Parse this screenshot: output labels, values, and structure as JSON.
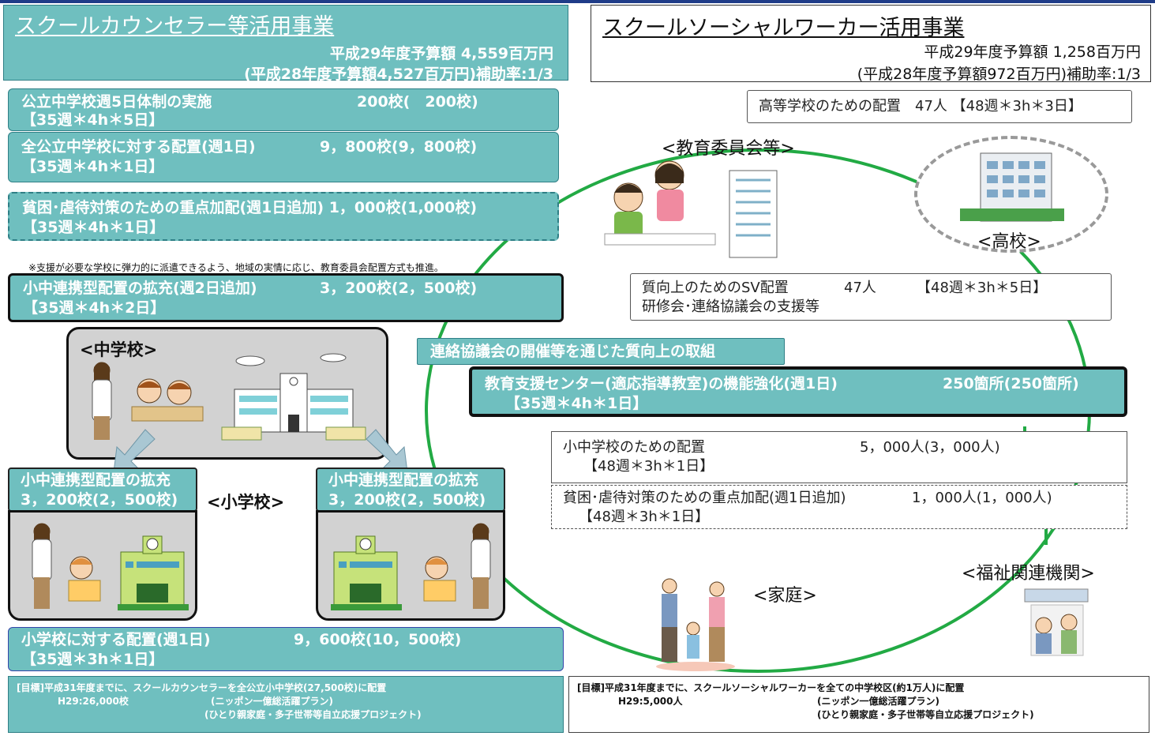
{
  "sc": {
    "title": "スクールカウンセラー等活用事業",
    "budget1": "平成29年度予算額 4,559百万円",
    "budget2": "(平成28年度予算額4,527百万円)補助率:1/3"
  },
  "ssw": {
    "title": "スクールソーシャルワーカー活用事業",
    "budget1": "平成29年度予算額 1,258百万円",
    "budget2": "(平成28年度予算額972百万円)補助率:1/3"
  },
  "left_boxes": [
    {
      "label": "公立中学校週5日体制の実施",
      "value": "200校(　200校)",
      "sub": "【35週＊4h＊5日】"
    },
    {
      "label": "全公立中学校に対する配置(週1日)",
      "value": "9，800校(9，800校)",
      "sub": "【35週＊4h＊1日】"
    },
    {
      "label": "貧困･虐待対策のための重点加配(週1日追加) 1，000校(1,000校)",
      "value": "",
      "sub": "【35週＊4h＊1日】"
    },
    {
      "label": "小中連携型配置の拡充(週2日追加)",
      "value": "3，200校(2，500校)",
      "sub": "【35週＊4h＊2日】"
    }
  ],
  "note": "※支援が必要な学校に弾力的に派遣できるよう、地域の実情に応じ、教育委員会配置方式も推進。",
  "junior_high_label": "<中学校>",
  "elementary_label": "<小学校>",
  "expand_box": {
    "line1": "小中連携型配置の拡充",
    "line2": "3，200校(2，500校)"
  },
  "elem_box": {
    "label": "小学校に対する配置(週1日)",
    "value": "9，600校(10，500校)",
    "sub": "【35週＊3h＊1日】"
  },
  "goal_left": {
    "line1": "[目標]平成31年度までに、スクールカウンセラーを全公立小中学校(27,500校)に配置",
    "h29": "H29:26,000校",
    "plan1": "(ニッポン一億総活躍プラン)",
    "plan2": "(ひとり親家庭・多子世帯等自立応援プロジェクト)"
  },
  "goal_right": {
    "line1": "[目標]平成31年度までに、スクールソーシャルワーカーを全ての中学校区(約1万人)に配置",
    "h29": "H29:5,000人",
    "plan1": "(ニッポン一億総活躍プラン)",
    "plan2": "(ひとり親家庭・多子世帯等自立応援プロジェクト)"
  },
  "high_school_box": "高等学校のための配置　47人 【48週＊3h＊3日】",
  "board_label": "<教育委員会等>",
  "high_school_label": "<高校>",
  "sv_box": {
    "line1a": "質向上のためのSV配置",
    "line1b": "47人",
    "line1c": "【48週＊3h＊5日】",
    "line2": "研修会･連絡協議会の支援等"
  },
  "liaison_box": "連絡協議会の開催等を通じた質向上の取組",
  "center_box": {
    "label": "教育支援センター(適応指導教室)の機能強化(週1日)",
    "value": "250箇所(250箇所)",
    "sub": "【35週＊4h＊1日】"
  },
  "ssw_elem_box": {
    "label": "小中学校のための配置",
    "value": "5，000人(3，000人)",
    "sub": "【48週＊3h＊1日】"
  },
  "ssw_poverty_box": {
    "label": "貧困･虐待対策のための重点加配(週1日追加)",
    "value": "1，000人(1，000人)",
    "sub": "【48週＊3h＊1日】"
  },
  "welfare_label": "<福祉関連機関>",
  "home_label": "<家庭>",
  "colors": {
    "teal": "#6fbfbf",
    "teal_border": "#2f7f86",
    "green_ring": "#22aa44",
    "top_bar": "#1f3c88"
  }
}
